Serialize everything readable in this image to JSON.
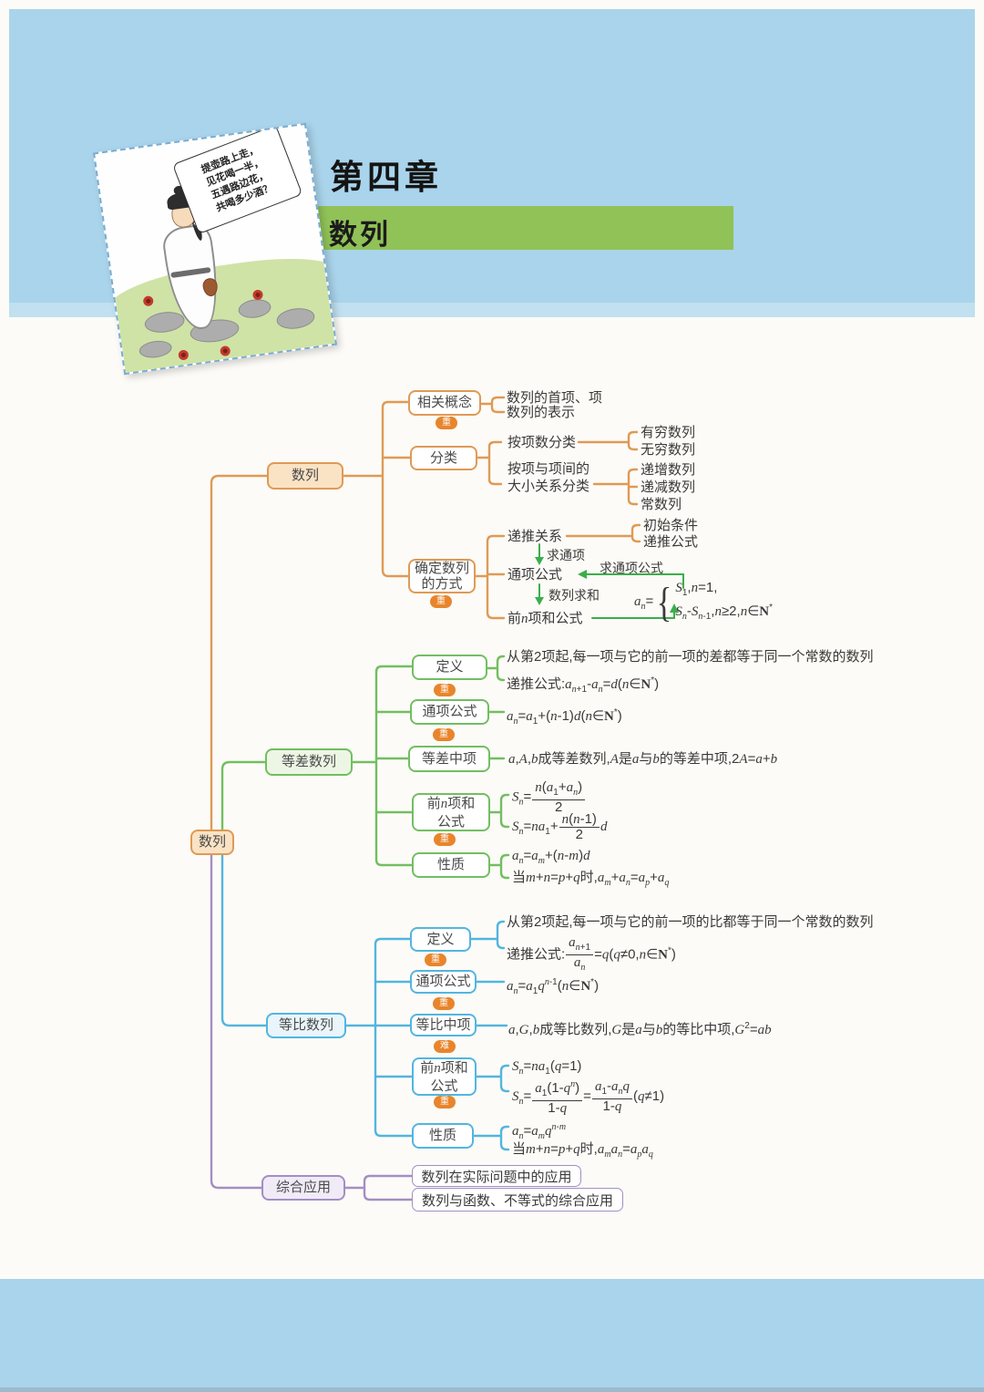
{
  "header": {
    "chapter": "第四章",
    "title": "数列",
    "comic": {
      "bubble_lines": [
        "提壶路上走，",
        "见花喝一半，",
        "五遇路边花，",
        "共喝多少酒？"
      ]
    }
  },
  "badges": {
    "important": "重",
    "difficult": "难"
  },
  "root": {
    "label": "数列"
  },
  "branches": {
    "sequence": {
      "label": "数列",
      "related": {
        "label": "相关概念",
        "leaves": [
          "数列的首项、项",
          "数列的表示"
        ]
      },
      "classify": {
        "label": "分类",
        "by_term_count": {
          "label": "按项数分类",
          "leaves": [
            "有穷数列",
            "无穷数列"
          ]
        },
        "by_term_relation": {
          "label_line1": "按项与项间的",
          "label_line2": "大小关系分类",
          "leaves": [
            "递增数列",
            "递减数列",
            "常数列"
          ]
        }
      },
      "determine": {
        "label_line1": "确定数列",
        "label_line2": "的方式",
        "recurrence": {
          "label": "递推关系",
          "leaves": [
            "初始条件",
            "递推公式"
          ]
        },
        "general_term": {
          "label": "通项公式"
        },
        "partial_sum": {
          "label": "前n项和公式"
        },
        "arrow_find_general": "求通项",
        "arrow_find_general_formula": "求通项公式",
        "arrow_sum": "数列求和",
        "piecewise_prefix": "a_{n}=",
        "piecewise_rows": [
          "S_{1},n=1,",
          "S_{n}-S_{n-1},n≥2,n∈N^{*}"
        ]
      }
    },
    "arithmetic": {
      "label": "等差数列",
      "definition": {
        "label": "定义",
        "text": "从第2项起,每一项与它的前一项的差都等于同一个常数的数列",
        "formula": "递推公式:a_{n+1}-a_{n}=d(n∈N^{*})"
      },
      "general_term": {
        "label": "通项公式",
        "formula": "a_{n}=a_{1}+(n-1)d(n∈N^{*})"
      },
      "middle_term": {
        "label": "等差中项",
        "formula": "a,A,b成等差数列,A是a与b的等差中项,2A=a+b"
      },
      "partial_sum": {
        "label_line1": "前n项和",
        "label_line2": "公式",
        "formulas": [
          "S_{n}=[[n(a_{1}+a_{n})||2]]",
          "S_{n}=na_{1}+[[n(n-1)||2]]d"
        ]
      },
      "properties": {
        "label": "性质",
        "formulas": [
          "a_{n}=a_{m}+(n-m)d",
          "当m+n=p+q时,a_{m}+a_{n}=a_{p}+a_{q}"
        ]
      }
    },
    "geometric": {
      "label": "等比数列",
      "definition": {
        "label": "定义",
        "text": "从第2项起,每一项与它的前一项的比都等于同一个常数的数列",
        "formula": "递推公式:[[a_{n+1}||a_{n}]]=q(q≠0,n∈N^{*})"
      },
      "general_term": {
        "label": "通项公式",
        "formula": "a_{n}=a_{1}q^{n-1}(n∈N^{*})"
      },
      "middle_term": {
        "label": "等比中项",
        "formula": "a,G,b成等比数列,G是a与b的等比中项,G^{2}=ab"
      },
      "partial_sum": {
        "label_line1": "前n项和",
        "label_line2": "公式",
        "formulas": [
          "S_{n}=na_{1}(q=1)",
          "S_{n}=[[a_{1}(1-q^{n})||1-q]]=[[a_{1}-a_{n}q||1-q]](q≠1)"
        ]
      },
      "properties": {
        "label": "性质",
        "formulas": [
          "a_{n}=a_{m}q^{n-m}",
          "当m+n=p+q时,a_{m}a_{n}=a_{p}a_{q}"
        ]
      }
    },
    "application": {
      "label": "综合应用",
      "leaves": [
        "数列在实际问题中的应用",
        "数列与函数、不等式的综合应用"
      ]
    }
  }
}
